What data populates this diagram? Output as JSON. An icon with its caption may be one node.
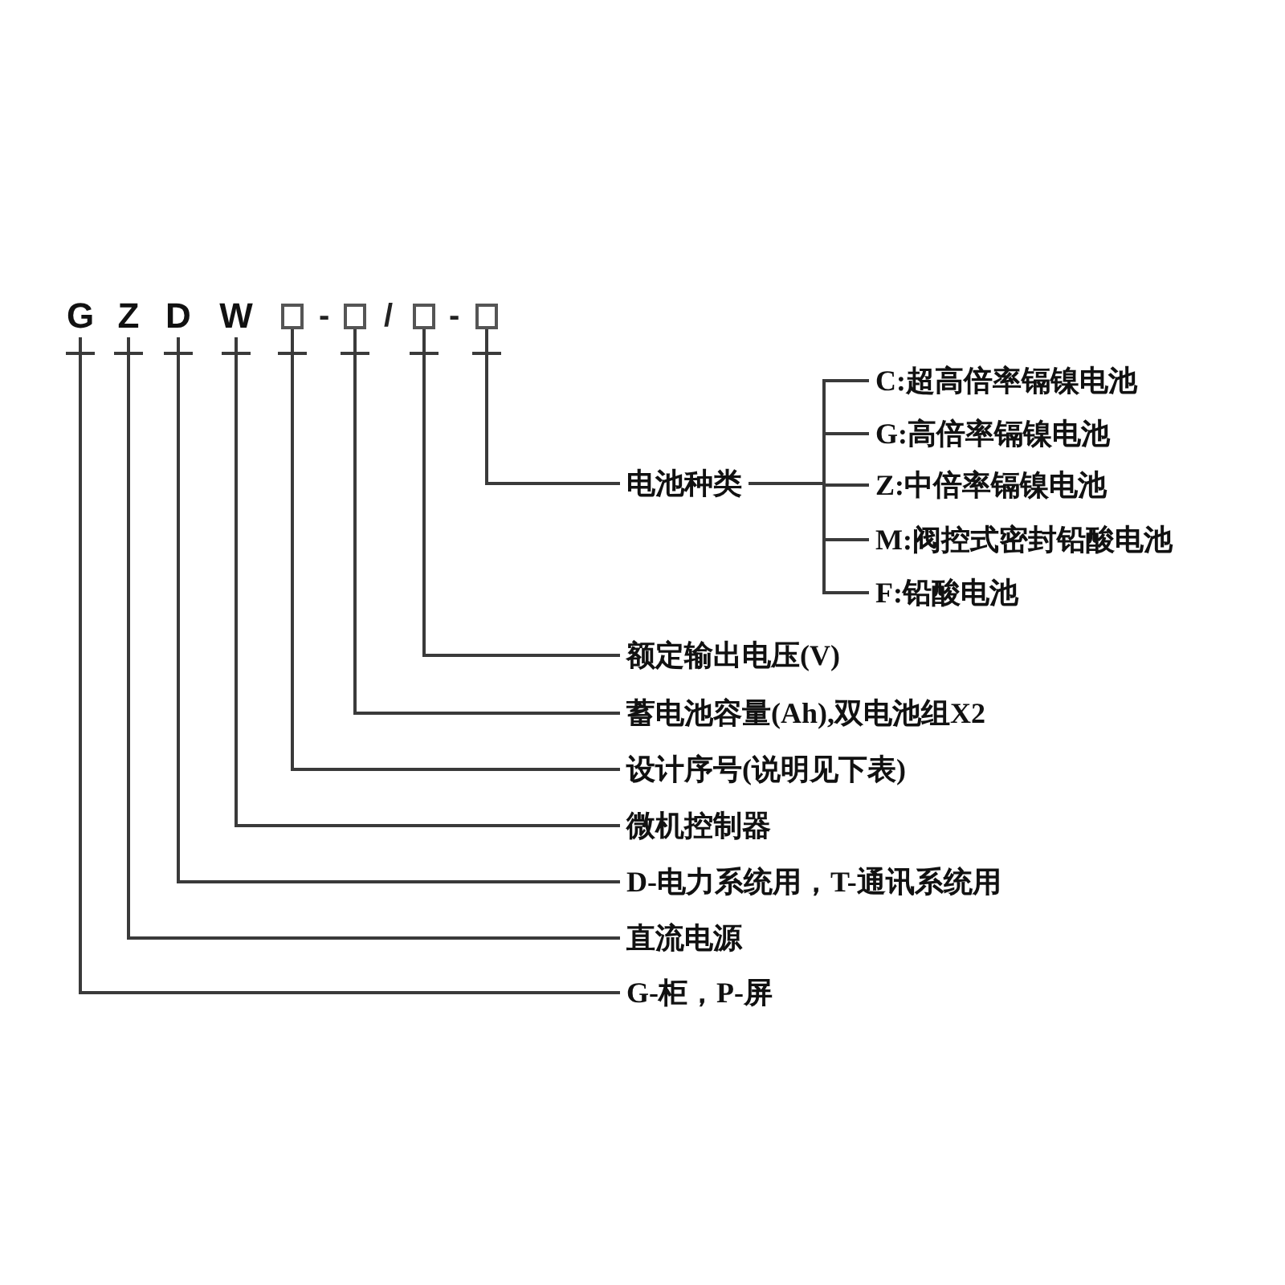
{
  "diagram": {
    "nodes": [
      {
        "text": [
          "G"
        ]
      },
      {
        "text": [
          "Z"
        ]
      },
      {
        "text": [
          "D"
        ]
      },
      {
        "text": [
          "W"
        ]
      },
      {
        "text": [],
        "shape": "box"
      },
      {
        "text": [],
        "shape": "box"
      },
      {
        "text": [],
        "shape": "box"
      },
      {
        "text": [],
        "shape": "box"
      },
      {
        "text": [
          "电池种类"
        ]
      },
      {
        "text": [
          "C:超高倍率镉镍电池"
        ]
      },
      {
        "text": [
          "G:高倍率镉镍电池"
        ]
      },
      {
        "text": [
          "Z:中倍率镉镍电池"
        ]
      },
      {
        "text": [
          "M:阀控式密封铅酸电池"
        ]
      },
      {
        "text": [
          "F:铅酸电池"
        ]
      },
      {
        "text": [
          "额定输出电压(V)"
        ]
      },
      {
        "text": [
          "蓄电池容量(Ah),双电池组X2"
        ]
      },
      {
        "text": [
          "设计序号(说明见下表)"
        ]
      },
      {
        "text": [
          "微机控制器"
        ]
      },
      {
        "text": [
          "D-电力系统用，T-通讯系统用"
        ]
      },
      {
        "text": [
          "直流电源"
        ]
      },
      {
        "text": [
          "G-柜，P-屏"
        ]
      }
    ],
    "edges": [
      {
        "from": 7,
        "to": 8,
        "arrow": "none"
      },
      {
        "from": 8,
        "to": 9,
        "arrow": "none"
      },
      {
        "from": 8,
        "to": 10,
        "arrow": "none"
      },
      {
        "from": 8,
        "to": 11,
        "arrow": "none"
      },
      {
        "from": 8,
        "to": 12,
        "arrow": "none"
      },
      {
        "from": 8,
        "to": 13,
        "arrow": "none"
      },
      {
        "from": 6,
        "to": 14,
        "arrow": "none"
      },
      {
        "from": 5,
        "to": 15,
        "arrow": "none"
      },
      {
        "from": 4,
        "to": 16,
        "arrow": "none"
      },
      {
        "from": 3,
        "to": 17,
        "arrow": "none"
      },
      {
        "from": 2,
        "to": 18,
        "arrow": "none"
      },
      {
        "from": 1,
        "to": 19,
        "arrow": "none"
      },
      {
        "from": 0,
        "to": 20,
        "arrow": "none"
      }
    ],
    "labels": [
      "-",
      "/",
      "-"
    ]
  }
}
